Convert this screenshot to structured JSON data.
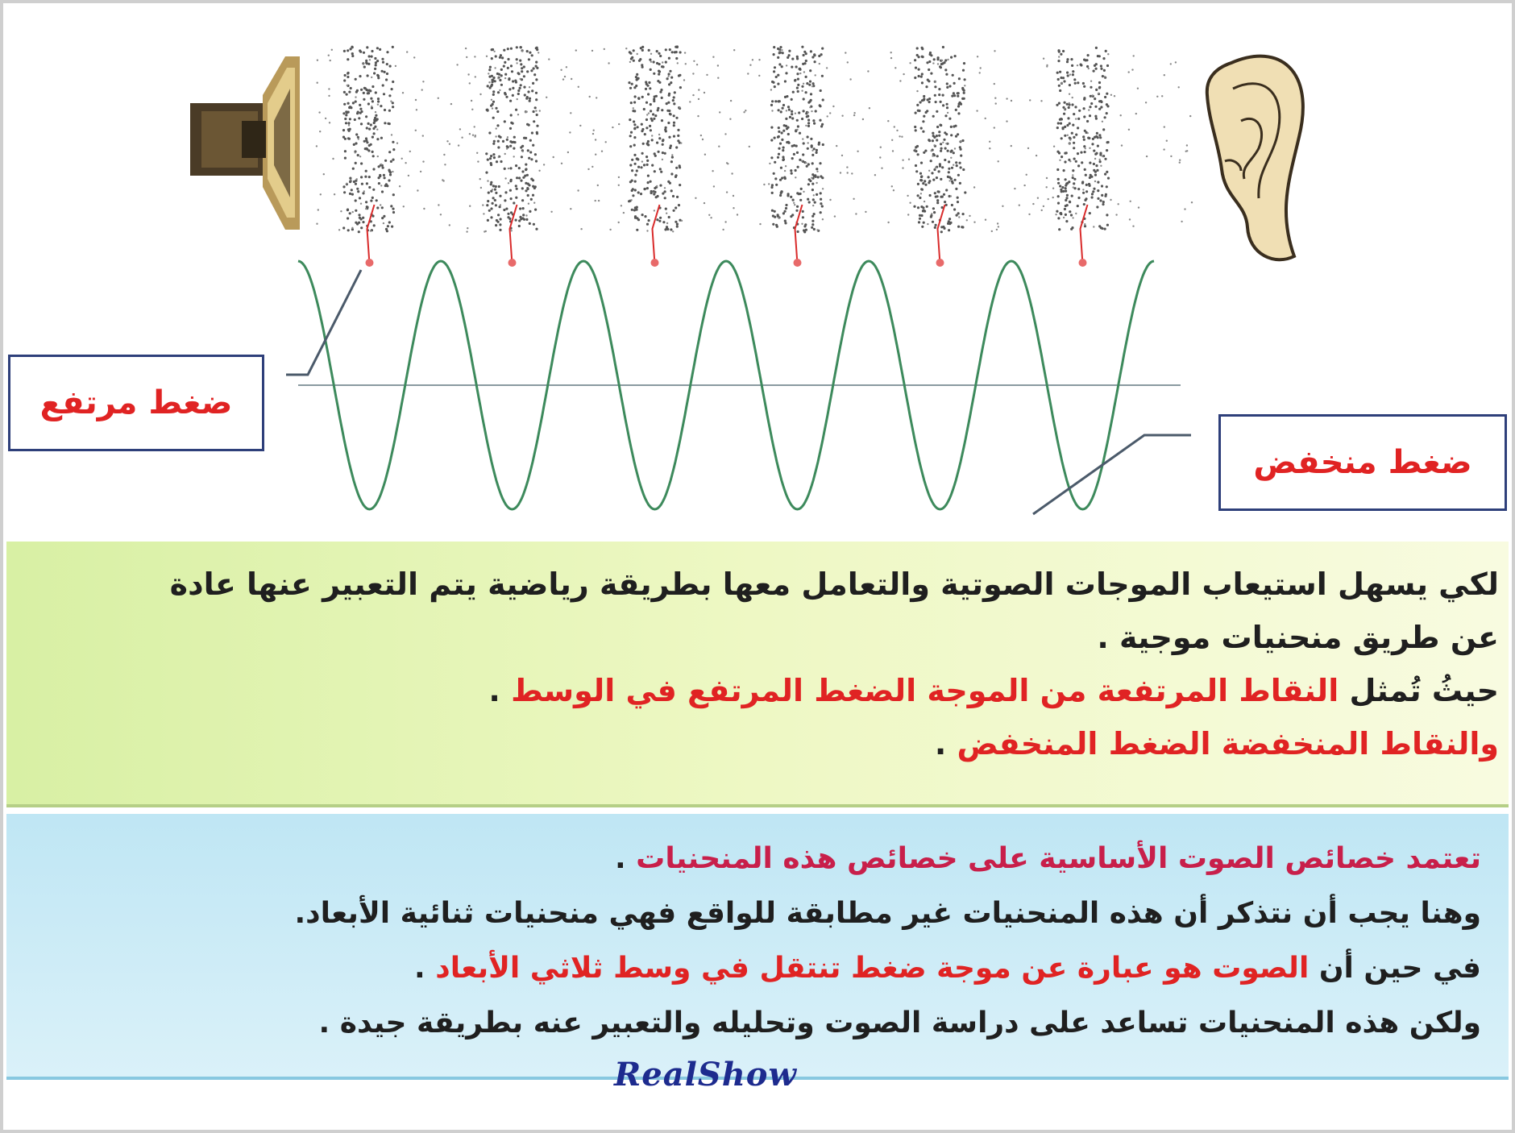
{
  "labels": {
    "high_pressure": "ضغط مرتفع",
    "low_pressure": "ضغط منخفض"
  },
  "panel1": {
    "line1": "لكي يسهل استيعاب الموجات الصوتية والتعامل معها بطريقة رياضية يتم التعبير عنها عادة",
    "line2": "عن طريق منحنيات موجية .",
    "line3_prefix": "حيثُ تُمثل ",
    "line3_highlight": "النقاط المرتفعة من الموجة الضغط المرتفع في الوسط",
    "line3_suffix": " .",
    "line4_highlight": "والنقاط المنخفضة الضغط المنخفض",
    "line4_suffix": " ."
  },
  "panel2": {
    "line1_highlight": "تعتمد خصائص الصوت الأساسية على خصائص هذه المنحنيات",
    "line1_suffix": " .",
    "line2": "وهنا يجب أن نتذكر أن هذه المنحنيات غير مطابقة للواقع فهي منحنيات ثنائية الأبعاد.",
    "line3_prefix": "في حين أن ",
    "line3_highlight": "الصوت هو عبارة عن موجة ضغط تنتقل في وسط ثلاثي الأبعاد",
    "line3_suffix": " .",
    "line4": "ولكن هذه المنحنيات تساعد على دراسة الصوت وتحليله والتعبير عنه بطريقة جيدة ."
  },
  "watermark": "RealShow",
  "icons": [
    "speaker-icon",
    "ear-icon"
  ],
  "colors": {
    "wave": "#3d8a5c",
    "label_text": "#e02323",
    "label_border": "#2e3f7a",
    "axis": "#8a9aa0",
    "particles": "#555555",
    "marker": "#d92b2b",
    "leader": "#4b5a6a"
  }
}
